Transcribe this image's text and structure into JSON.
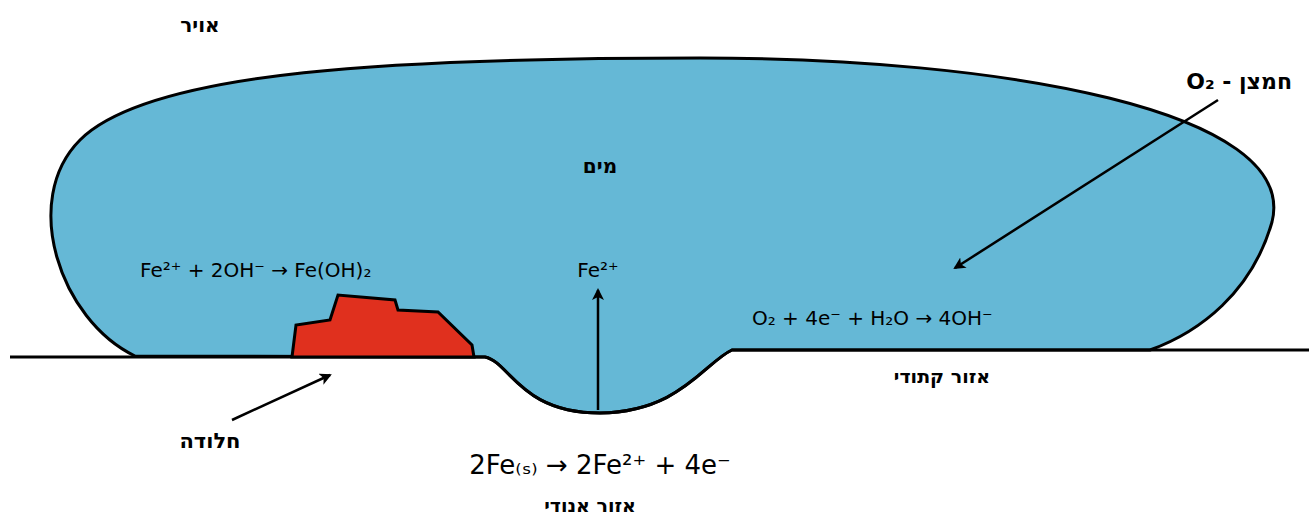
{
  "diagram": {
    "labels": [
      "אויר",
      "מים",
      "חמצן - O₂",
      "Fe²⁺ + 2OH⁻ → Fe(OH)₂",
      "Fe²⁺",
      "O₂ + 4e⁻ + H₂O → 4OH⁻",
      "אזור קתודי",
      "חלודה",
      "2Fe₍ₛ₎ → 2Fe²⁺ + 4e⁻",
      "אזור אנודי"
    ]
  }
}
